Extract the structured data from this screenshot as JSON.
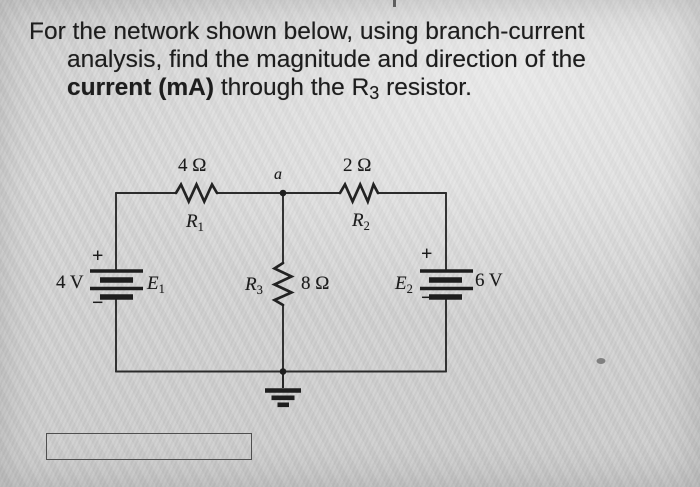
{
  "problem": {
    "line1": "For the network shown below, using branch-current",
    "line2": "analysis, find the magnitude and direction of the",
    "line3_bold": "current (mA)",
    "line3_mid": " through the R",
    "line3_sub": "3",
    "line3_end": " resistor."
  },
  "circuit": {
    "node_a_label": "a",
    "r1": {
      "base": "R",
      "sub": "1",
      "value": "4 Ω"
    },
    "r2": {
      "base": "R",
      "sub": "2",
      "value": "2 Ω"
    },
    "r3": {
      "base": "R",
      "sub": "3",
      "value": "8 Ω"
    },
    "e1": {
      "base": "E",
      "sub": "1",
      "voltage": "4 V",
      "plus": "+",
      "minus": "−"
    },
    "e2": {
      "base": "E",
      "sub": "2",
      "voltage": "6 V",
      "plus": "+",
      "minus": "−"
    }
  },
  "answer_box": {
    "value": ""
  },
  "colors": {
    "background": "#d2d2d2",
    "wire": "#2b2b2b",
    "text": "#1d1d1d",
    "box_border": "#4f4f4f"
  }
}
